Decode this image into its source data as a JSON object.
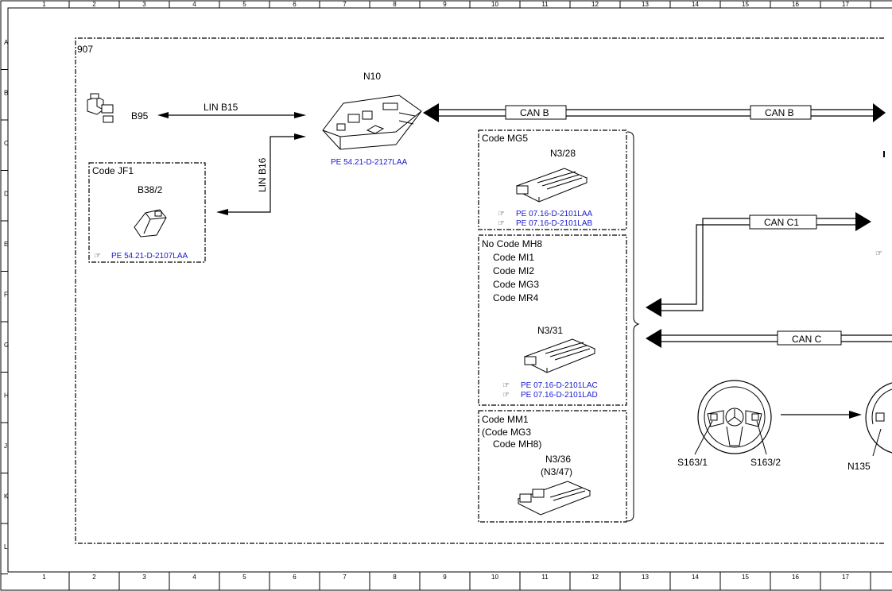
{
  "grid": {
    "columns": [
      "1",
      "2",
      "3",
      "4",
      "5",
      "6",
      "7",
      "8",
      "9",
      "10",
      "11",
      "12",
      "13",
      "14",
      "15",
      "16",
      "17"
    ],
    "rows": [
      "A",
      "B",
      "C",
      "D",
      "E",
      "F",
      "G",
      "H",
      "J",
      "K",
      "L"
    ]
  },
  "group_label": "907",
  "components": {
    "b95": "B95",
    "n10": "N10",
    "n10_ref": "PE 54.21-D-2127LAA",
    "jf1_code": "Code JF1",
    "b38": "B38/2",
    "b38_ref": "PE 54.21-D-2107LAA",
    "mg5_code": "Code MG5",
    "n3_28": "N3/28",
    "n3_28_ref1": "PE 07.16-D-2101LAA",
    "n3_28_ref2": "PE 07.16-D-2101LAB",
    "mh8_codes": [
      "No Code MH8",
      "Code MI1",
      "Code MI2",
      "Code MG3",
      "Code MR4"
    ],
    "n3_31": "N3/31",
    "n3_31_ref1": "PE 07.16-D-2101LAC",
    "n3_31_ref2": "PE 07.16-D-2101LAD",
    "mm1_codes": [
      "Code MM1",
      "(Code MG3",
      "Code MH8)"
    ],
    "n3_36": "N3/36",
    "n3_47": "(N3/47)",
    "s163_1": "S163/1",
    "s163_2": "S163/2",
    "n135": "N135"
  },
  "buses": {
    "lin_b15": "LIN B15",
    "lin_b16": "LIN B16",
    "can_b": "CAN B",
    "can_b2": "CAN B",
    "can_c1": "CAN C1",
    "can_c": "CAN C"
  }
}
